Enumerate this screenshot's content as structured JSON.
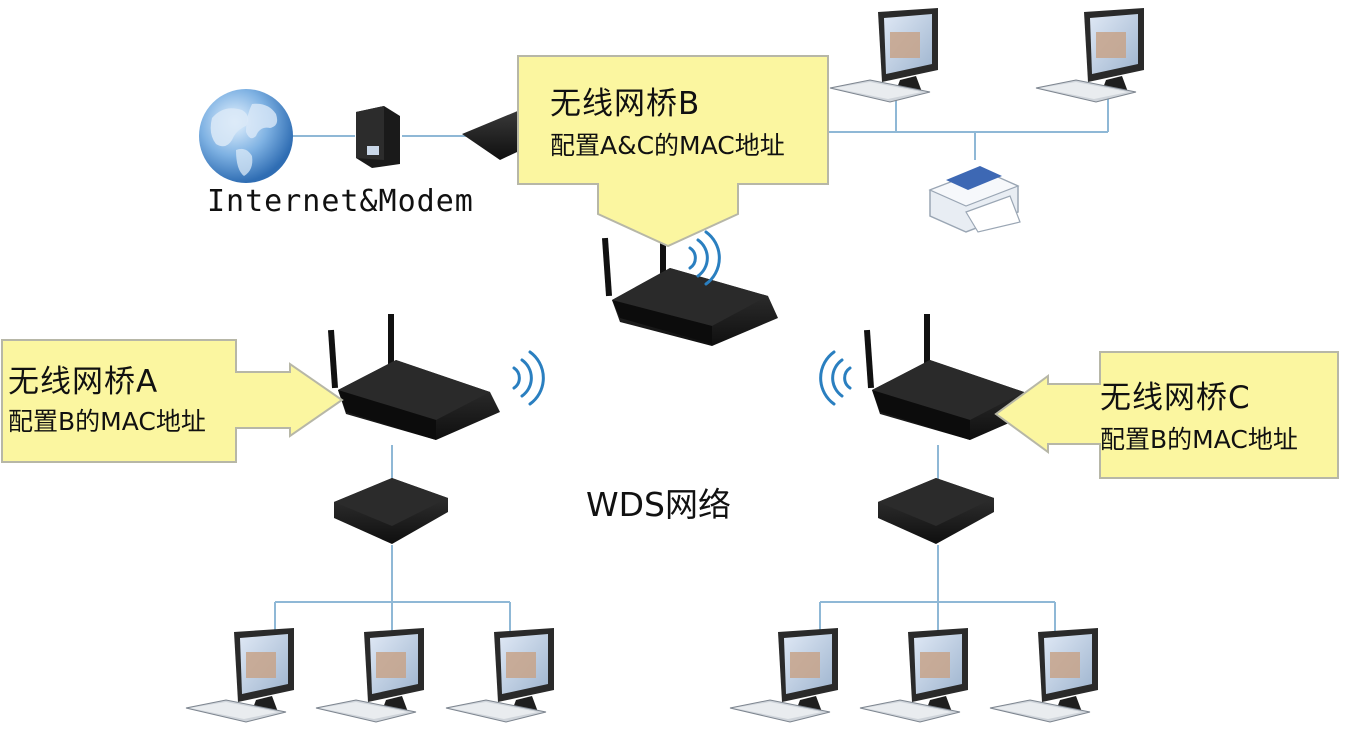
{
  "internet_label": "Internet&Modem",
  "network_label": "WDS网络",
  "bridges": {
    "a": {
      "title": "无线网桥A",
      "config": "配置B的MAC地址"
    },
    "b": {
      "title": "无线网桥B",
      "config": "配置A&C的MAC地址"
    },
    "c": {
      "title": "无线网桥C",
      "config": "配置B的MAC地址"
    }
  },
  "colors": {
    "callout_fill": "#fbf6a0",
    "callout_stroke": "#b7b7a7",
    "link_line": "#8fb8d6",
    "device_dark": "#1f1f1f",
    "wifi": "#2a7fc0"
  }
}
